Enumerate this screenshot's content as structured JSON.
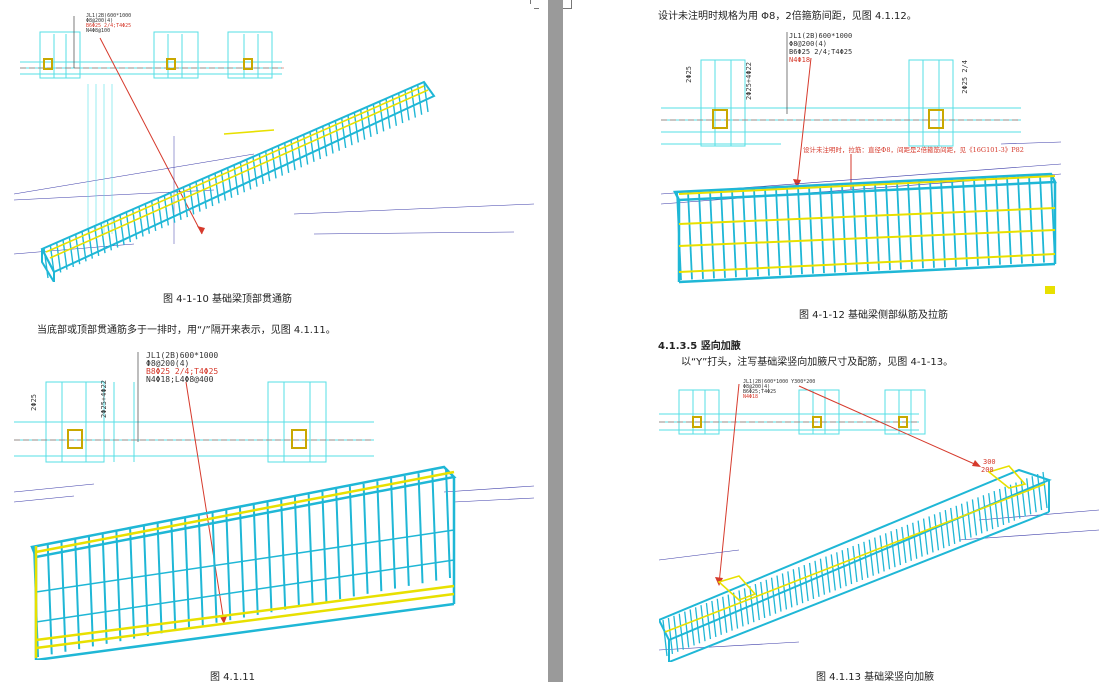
{
  "left_page": {
    "fig1": {
      "annotation_lines": [
        "JL1(2B)600*1000",
        "Φ8@200(4)",
        "B6Φ25 2/4;T4Φ25",
        "N4Φ8@100"
      ],
      "caption": "图 4-1-10 基础梁顶部贯通筋"
    },
    "paragraph": "当底部或顶部贯通筋多于一排时，用“/”隔开来表示，见图 4.1.11。",
    "fig2": {
      "annotation_lines": [
        "JL1(2B)600*1000",
        "Φ8@200(4)",
        "B8Φ25 2/4;T4Φ25",
        "N4Φ18;L4Φ8@400"
      ],
      "dimension_labels": [
        "2Φ25",
        "2Φ25+4Φ22"
      ],
      "caption": "图 4.1.11"
    }
  },
  "right_page": {
    "intro_line": "设计未注明时规格为用 Φ8，2倍箍筋间距，见图 4.1.12。",
    "fig3": {
      "annotation_lines": [
        "JL1(2B)600*1000",
        "Φ8@200(4)",
        "B6Φ25 2/4;T4Φ25",
        "N4Φ18"
      ],
      "dimension_labels": [
        "2Φ25+4Φ22",
        "2Φ25",
        "2Φ25 2/4"
      ],
      "red_note": "设计未注明时，拉筋：直径Φ8，间距是2倍箍筋间距，见《16G101-3》P82",
      "caption": "图 4-1-12 基础梁侧部纵筋及拉筋"
    },
    "heading": "4.1.3.5 竖向加腋",
    "paragraph": "以“Y”打头，注写基础梁竖向加腋尺寸及配筋，见图 4-1-13。",
    "fig4": {
      "annotation_lines": [
        "JL1(2B)600*1000 Y300*200",
        "Φ8@200(4)",
        "B6Φ25;T4Φ25",
        "N4Φ18"
      ],
      "red_labels": [
        "Y300*200",
        "300",
        "200"
      ],
      "caption": "图 4.1.13 基础梁竖向加腋"
    }
  },
  "colors": {
    "rebar_cyan": "#1fb7d6",
    "rebar_yellow": "#e8e000",
    "plan_cyan": "#55dfe6",
    "leader_red": "#d63a2c",
    "line_blue": "#3a3aa8"
  }
}
